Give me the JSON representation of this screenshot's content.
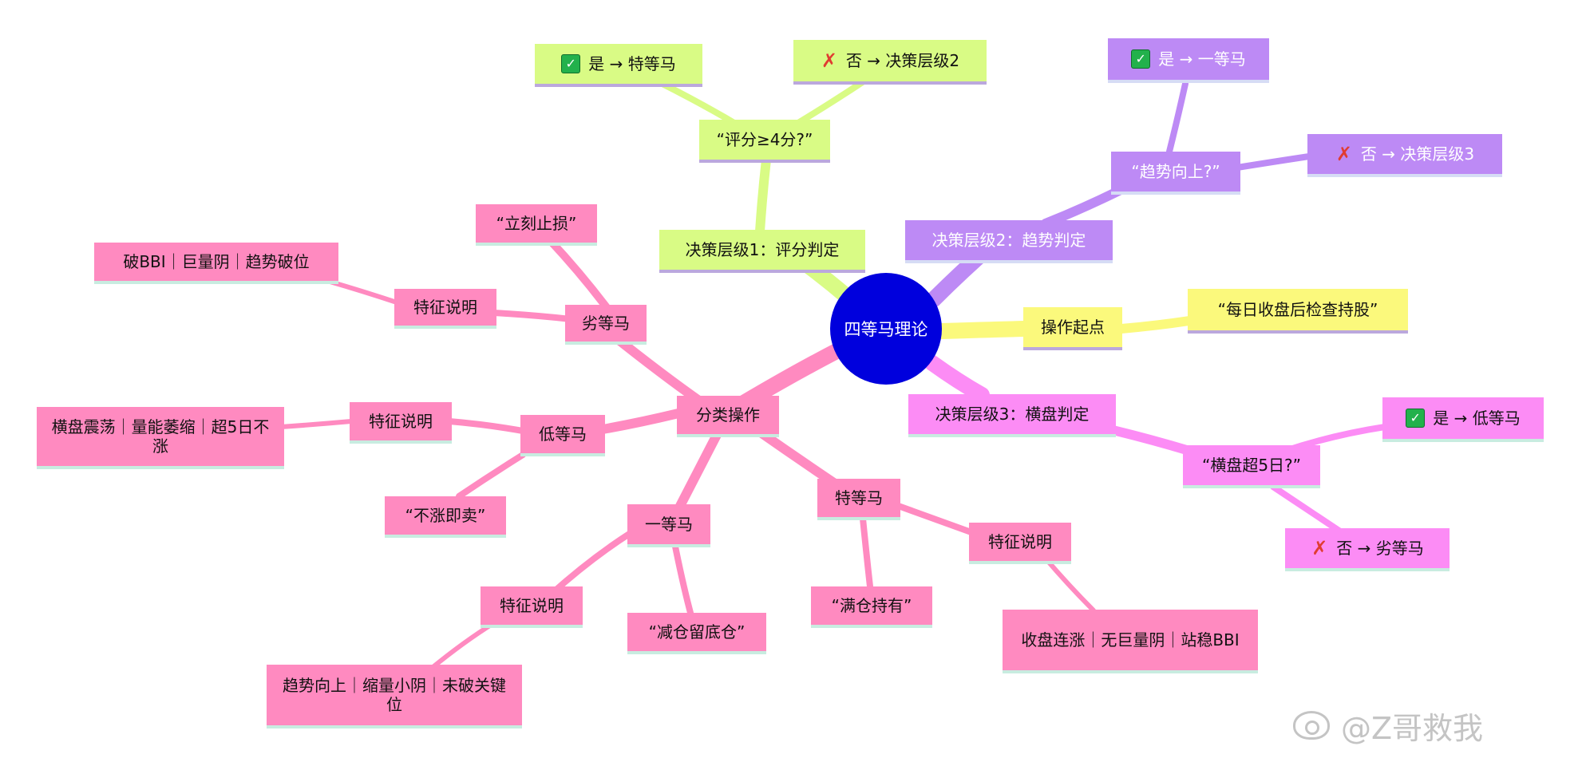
{
  "center": {
    "label": "四等马理论"
  },
  "colors": {
    "pink": "#ff8ac0",
    "green": "#d9fb85",
    "purple": "#bd8af5",
    "yellow": "#fbf97c",
    "magenta": "#fc8cf5",
    "center": "#0000dd"
  },
  "branch_classify": {
    "label": "分类操作",
    "liedengma": {
      "label": "劣等马",
      "stop_loss": "“立刻止损”",
      "feature_label": "特征说明",
      "feature_text": "破BBI｜巨量阴｜趋势破位"
    },
    "didengma": {
      "label": "低等马",
      "sell": "“不涨即卖”",
      "feature_label": "特征说明",
      "feature_text": "横盘震荡｜量能萎缩｜超5日不涨"
    },
    "yidengma": {
      "label": "一等马",
      "reduce": "“减仓留底仓”",
      "feature_label": "特征说明",
      "feature_text": "趋势向上｜缩量小阴｜未破关键位"
    },
    "tedengma": {
      "label": "特等马",
      "hold": "“满仓持有”",
      "feature_label": "特征说明",
      "feature_text": "收盘连涨｜无巨量阴｜站稳BBI"
    }
  },
  "branch_level1": {
    "label": "决策层级1：评分判定",
    "question": "“评分≥4分?”",
    "yes": "是 → 特等马",
    "no": "否 → 决策层级2"
  },
  "branch_level2": {
    "label": "决策层级2：趋势判定",
    "question": "“趋势向上?”",
    "yes": "是 → 一等马",
    "no": "否 → 决策层级3"
  },
  "branch_start": {
    "label": "操作起点",
    "text": "“每日收盘后检查持股”"
  },
  "branch_level3": {
    "label": "决策层级3：横盘判定",
    "question": "“横盘超5日?”",
    "yes": "是 → 低等马",
    "no": "否 → 劣等马"
  },
  "icons": {
    "check": "check-mark-icon",
    "cross": "cross-mark-icon"
  },
  "watermark": {
    "text": "@Z哥救我"
  }
}
